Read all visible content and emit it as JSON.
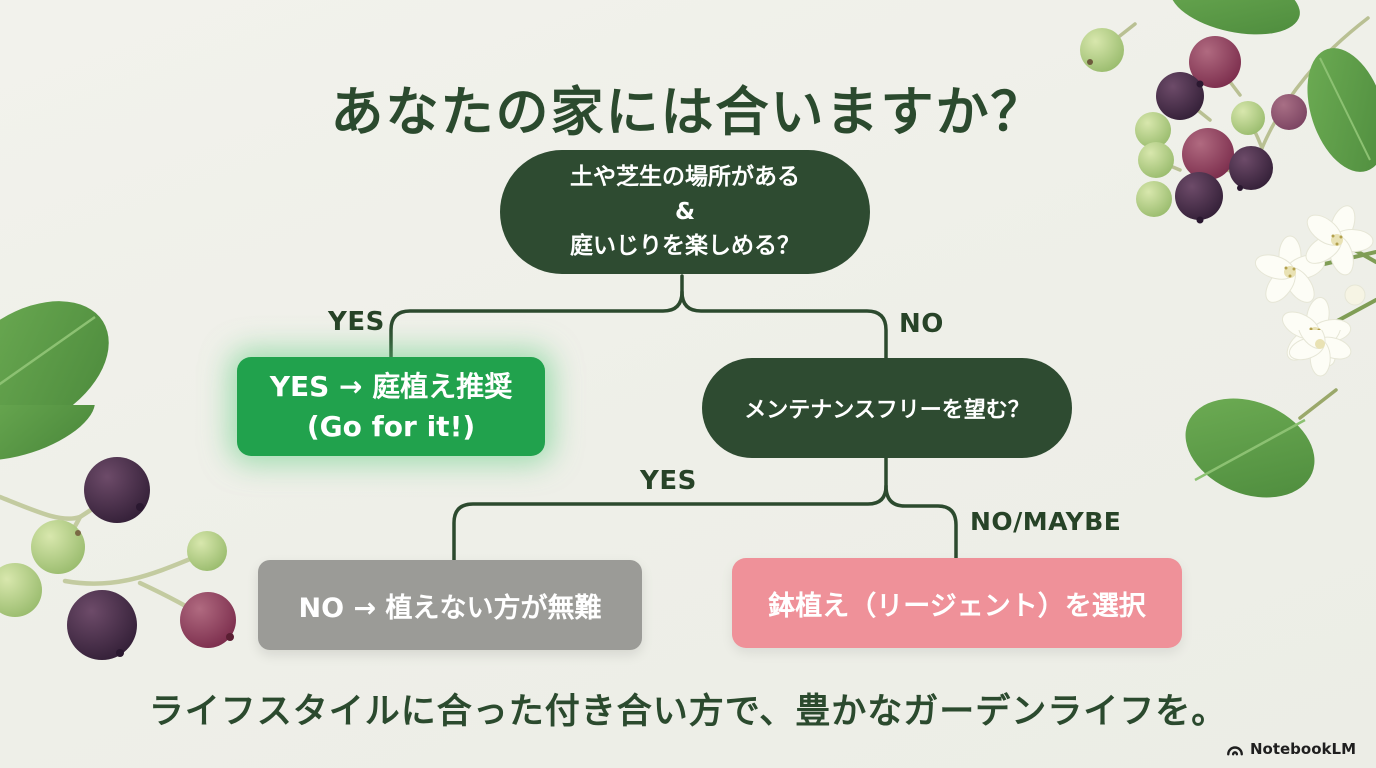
{
  "title": "あなたの家には合いますか？",
  "flow": {
    "root_question": {
      "line1": "土や芝生の場所がある",
      "line2": "&",
      "line3": "庭いじりを楽しめる？"
    },
    "labels": {
      "yes1": "YES",
      "no1": "NO",
      "yes2": "YES",
      "no_maybe": "NO/MAYBE"
    },
    "outcome_garden": {
      "line1": "YES → 庭植え推奨",
      "line2": "(Go for it!)"
    },
    "question_maintenance": "メンテナンスフリーを望む？",
    "outcome_skip": "NO → 植えない方が無難",
    "outcome_pot": "鉢植え（リージェント）を選択"
  },
  "tagline": "ライフスタイルに合った付き合い方で、豊かなガーデンライフを。",
  "watermark": {
    "brand": "NotebookLM"
  },
  "colors": {
    "background": "#efefe9",
    "node_dark_green": "#2e4b31",
    "text_green": "#2b4a2e",
    "accent_green": "#21a24d",
    "outcome_gray": "#9b9b97",
    "outcome_pink": "#ef9199",
    "connector_green": "#2c4a2e",
    "text_white": "#ffffff"
  }
}
